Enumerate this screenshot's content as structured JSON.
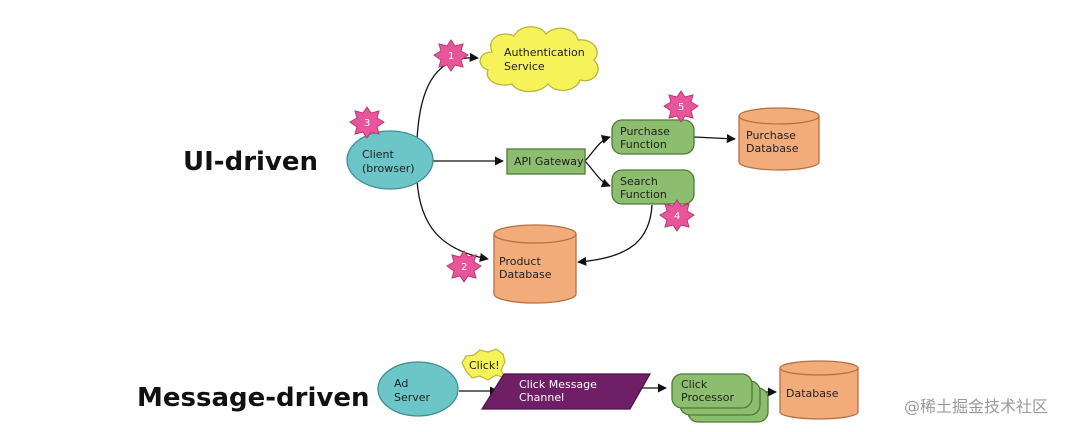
{
  "sections": {
    "ui_driven": "UI-driven",
    "message_driven": "Message-driven"
  },
  "nodes": {
    "auth_service": [
      "Authentication",
      "Service"
    ],
    "client": [
      "Client",
      "(browser)"
    ],
    "api_gateway": "API Gateway",
    "purchase_function": [
      "Purchase",
      "Function"
    ],
    "purchase_database": [
      "Purchase",
      "Database"
    ],
    "search_function": [
      "Search",
      "Function"
    ],
    "product_database": [
      "Product",
      "Database"
    ],
    "ad_server": [
      "Ad",
      "Server"
    ],
    "click_bubble": "Click!",
    "click_channel": [
      "Click Message",
      "Channel"
    ],
    "click_processor": [
      "Click",
      "Processor"
    ],
    "database": "Database"
  },
  "markers": {
    "auth": "1",
    "product_db": "2",
    "client": "3",
    "search": "4",
    "purchase": "5"
  },
  "watermark": "@稀土掘金技术社区",
  "colors": {
    "cloud": "#f5f25a",
    "client": "#6cc6c8",
    "gateway": "#8dbd6f",
    "function": "#8dbd6f",
    "database": "#f2ac7c",
    "star": "#e8559b",
    "channel": "#6e1f66",
    "bubble": "#f5f25a"
  }
}
